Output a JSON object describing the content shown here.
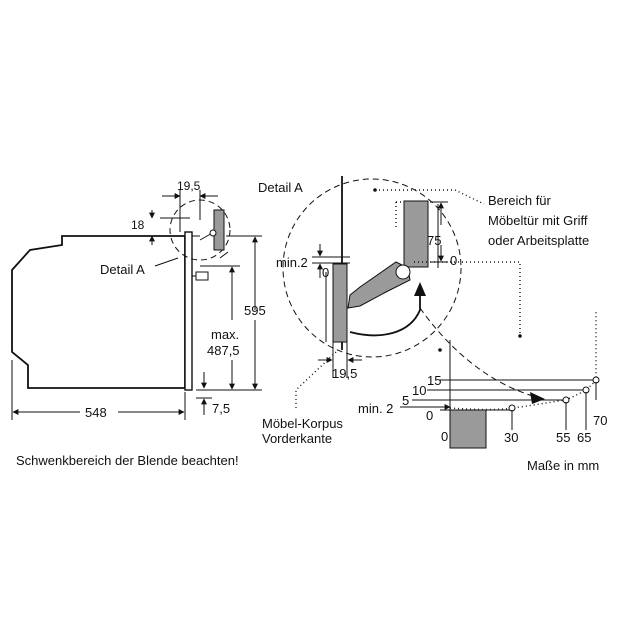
{
  "labels": {
    "dim_19_5_top": "19,5",
    "dim_18": "18",
    "detail_a_left": "Detail A",
    "dim_595": "595",
    "dim_max": "max.",
    "dim_487_5": "487,5",
    "dim_548": "548",
    "dim_7_5": "7,5",
    "detail_a_title": "Detail A",
    "dim_75": "75",
    "dim_0_right": "0",
    "dim_min2_left": "min.2",
    "dim_0_left": "0",
    "dim_19_5_bottom": "19,5",
    "bereich_line1": "Bereich für",
    "bereich_line2": "Möbeltür mit Griff",
    "bereich_line3": "oder Arbeitsplatte",
    "moebel_line1": "Möbel-Korpus",
    "moebel_line2": "Vorderkante",
    "swing_15": "15",
    "swing_10": "10",
    "swing_min2": "min. 2",
    "swing_5": "5",
    "swing_0_row": "0",
    "swing_0_col": "0",
    "swing_30": "30",
    "swing_55": "55",
    "swing_65": "65",
    "swing_70": "70",
    "footer_note": "Schwenkbereich der Blende beachten!",
    "units": "Maße in mm"
  }
}
